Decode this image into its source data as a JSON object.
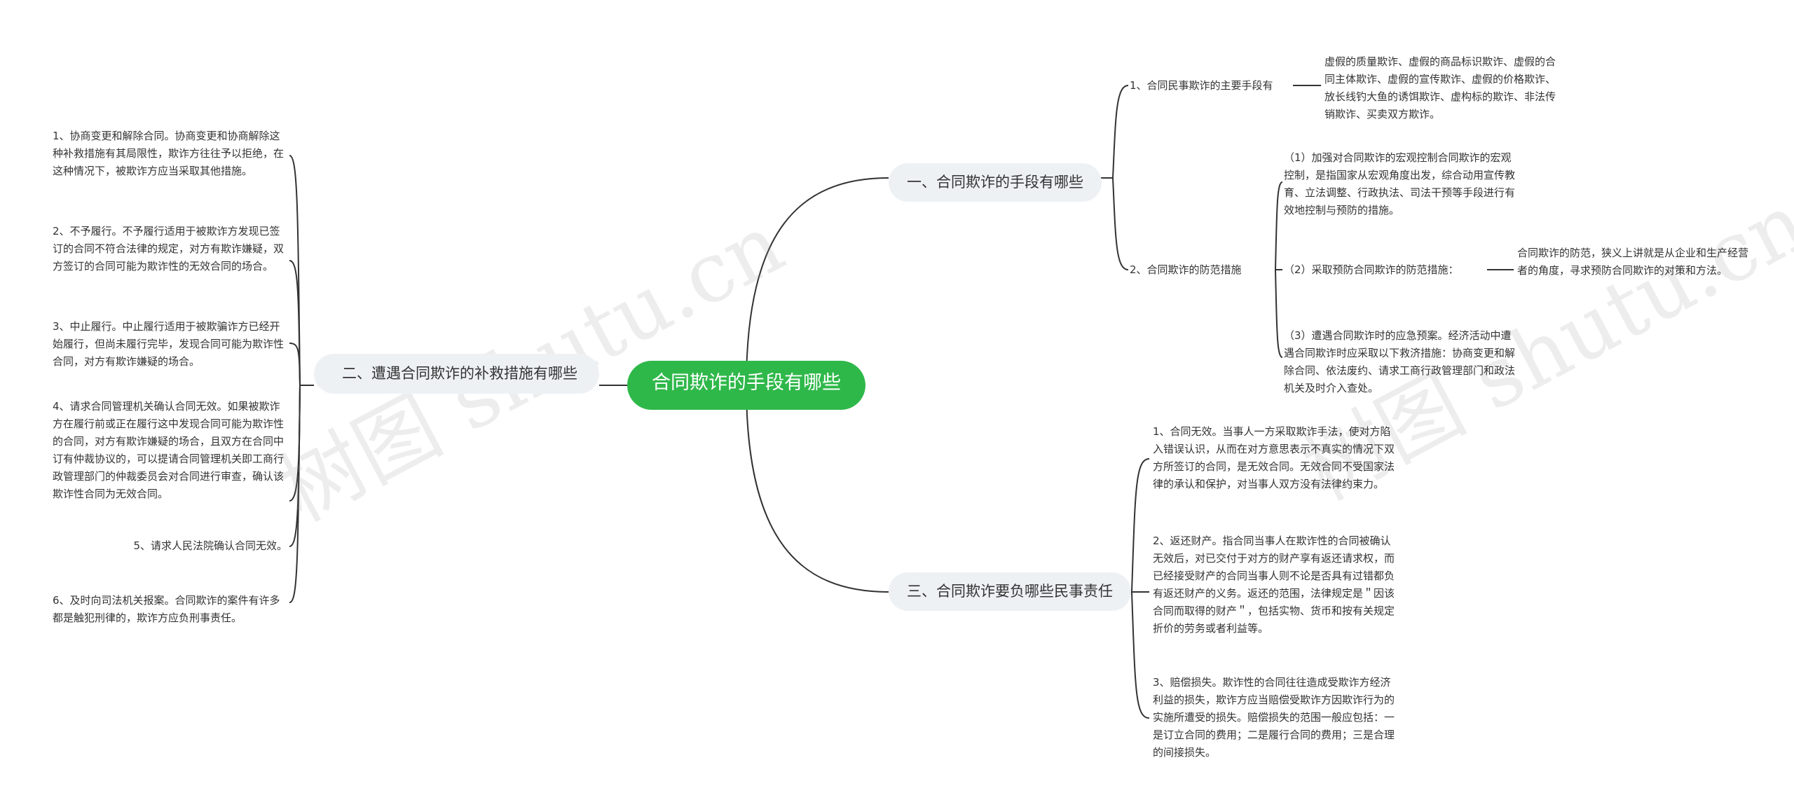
{
  "root": {
    "label": "合同欺诈的手段有哪些"
  },
  "branches": {
    "b1": {
      "label": "一、合同欺诈的手段有哪些"
    },
    "b2": {
      "label": "二、遭遇合同欺诈的补救措施有哪些"
    },
    "b3": {
      "label": "三、合同欺诈要负哪些民事责任"
    }
  },
  "b1": {
    "sub1": {
      "label": "1、合同民事欺诈的主要手段有",
      "detail": "虚假的质量欺诈、虚假的商品标识欺诈、虚假的合同主体欺诈、虚假的宣传欺诈、虚假的价格欺诈、放长线钓大鱼的诱饵欺诈、虚构标的欺诈、非法传销欺诈、买卖双方欺诈。"
    },
    "sub2": {
      "label": "2、合同欺诈的防范措施",
      "items": [
        "（1）加强对合同欺诈的宏观控制合同欺诈的宏观控制，是指国家从宏观角度出发，综合动用宣传教育、立法调整、行政执法、司法干预等手段进行有效地控制与预防的措施。",
        "（2）采取预防合同欺诈的防范措施：",
        "（3）遭遇合同欺诈时的应急预案。经济活动中遭遇合同欺诈时应采取以下救济措施：协商变更和解除合同、依法废约、请求工商行政管理部门和政法机关及时介入查处。"
      ],
      "item2_detail": "合同欺诈的防范，狭义上讲就是从企业和生产经营者的角度，寻求预防合同欺诈的对策和方法。"
    }
  },
  "b2": {
    "items": [
      "1、协商变更和解除合同。协商变更和协商解除这种补救措施有其局限性，欺诈方往往予以拒绝，在这种情况下，被欺诈方应当采取其他措施。",
      "2、不予履行。不予履行适用于被欺诈方发现已签订的合同不符合法律的规定，对方有欺诈嫌疑，双方签订的合同可能为欺诈性的无效合同的场合。",
      "3、中止履行。中止履行适用于被欺骗诈方已经开始履行，但尚未履行完毕，发现合同可能为欺诈性合同，对方有欺诈嫌疑的场合。",
      "4、请求合同管理机关确认合同无效。如果被欺诈方在履行前或正在履行这中发现合同可能为欺诈性的合同，对方有欺诈嫌疑的场合，且双方在合同中订有仲裁协议的，可以提请合同管理机关即工商行政管理部门的仲裁委员会对合同进行审查，确认该欺诈性合同为无效合同。",
      "5、请求人民法院确认合同无效。",
      "6、及时向司法机关报案。合同欺诈的案件有许多都是触犯刑律的，欺诈方应负刑事责任。"
    ]
  },
  "b3": {
    "items": [
      "1、合同无效。当事人一方采取欺诈手法，使对方陷入错误认识，从而在对方意思表示不真实的情况下双方所签订的合同，是无效合同。无效合同不受国家法律的承认和保护，对当事人双方没有法律约束力。",
      "2、返还财产。指合同当事人在欺诈性的合同被确认无效后，对已交付于对方的财产享有返还请求权，而已经接受财产的合同当事人则不论是否具有过错都负有返还财产的义务。返还的范围，法律规定是＂因该合同而取得的财产＂，包括实物、货币和按有关规定折价的劳务或者利益等。",
      "3、赔偿损失。欺诈性的合同往往造成受欺诈方经济利益的损失，欺诈方应当赔偿受欺诈方因欺诈行为的实施所遭受的损失。赔偿损失的范围一般应包括：一是订立合同的费用；二是履行合同的费用；三是合理的间接损失。"
    ]
  },
  "watermark": {
    "text": "树图 shutu.cn"
  },
  "colors": {
    "root": "#2fb84a",
    "branch_bg": "#eef1f4",
    "line": "#333333"
  }
}
